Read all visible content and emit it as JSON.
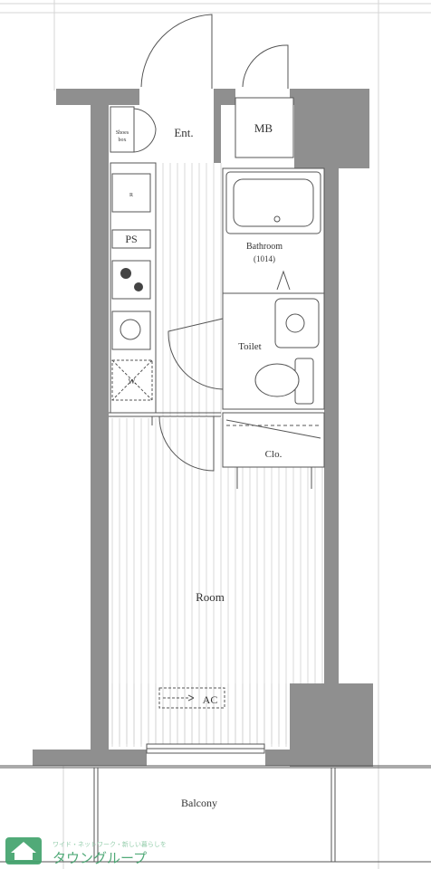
{
  "plan": {
    "labels": {
      "shoes_box_1": "Shoes",
      "shoes_box_2": "box",
      "entrance": "Ent.",
      "mb": "MB",
      "fridge": "R",
      "ps": "PS",
      "bathroom_1": "Bathroom",
      "bathroom_2": "(1014)",
      "toilet": "Toilet",
      "wm": "W.",
      "closet": "Clo.",
      "room": "Room",
      "ac": "AC",
      "balcony": "Balcony"
    }
  },
  "logo": {
    "tagline": "ワイド・ネットワーク・新しい暮らしを",
    "name": "タウングループ",
    "colors": {
      "green": "#3fa16a",
      "light_green": "#8cc9a5"
    }
  },
  "colors": {
    "wall": "#8f8f8f",
    "line": "#555555",
    "floor_line": "#cfcfcf"
  }
}
